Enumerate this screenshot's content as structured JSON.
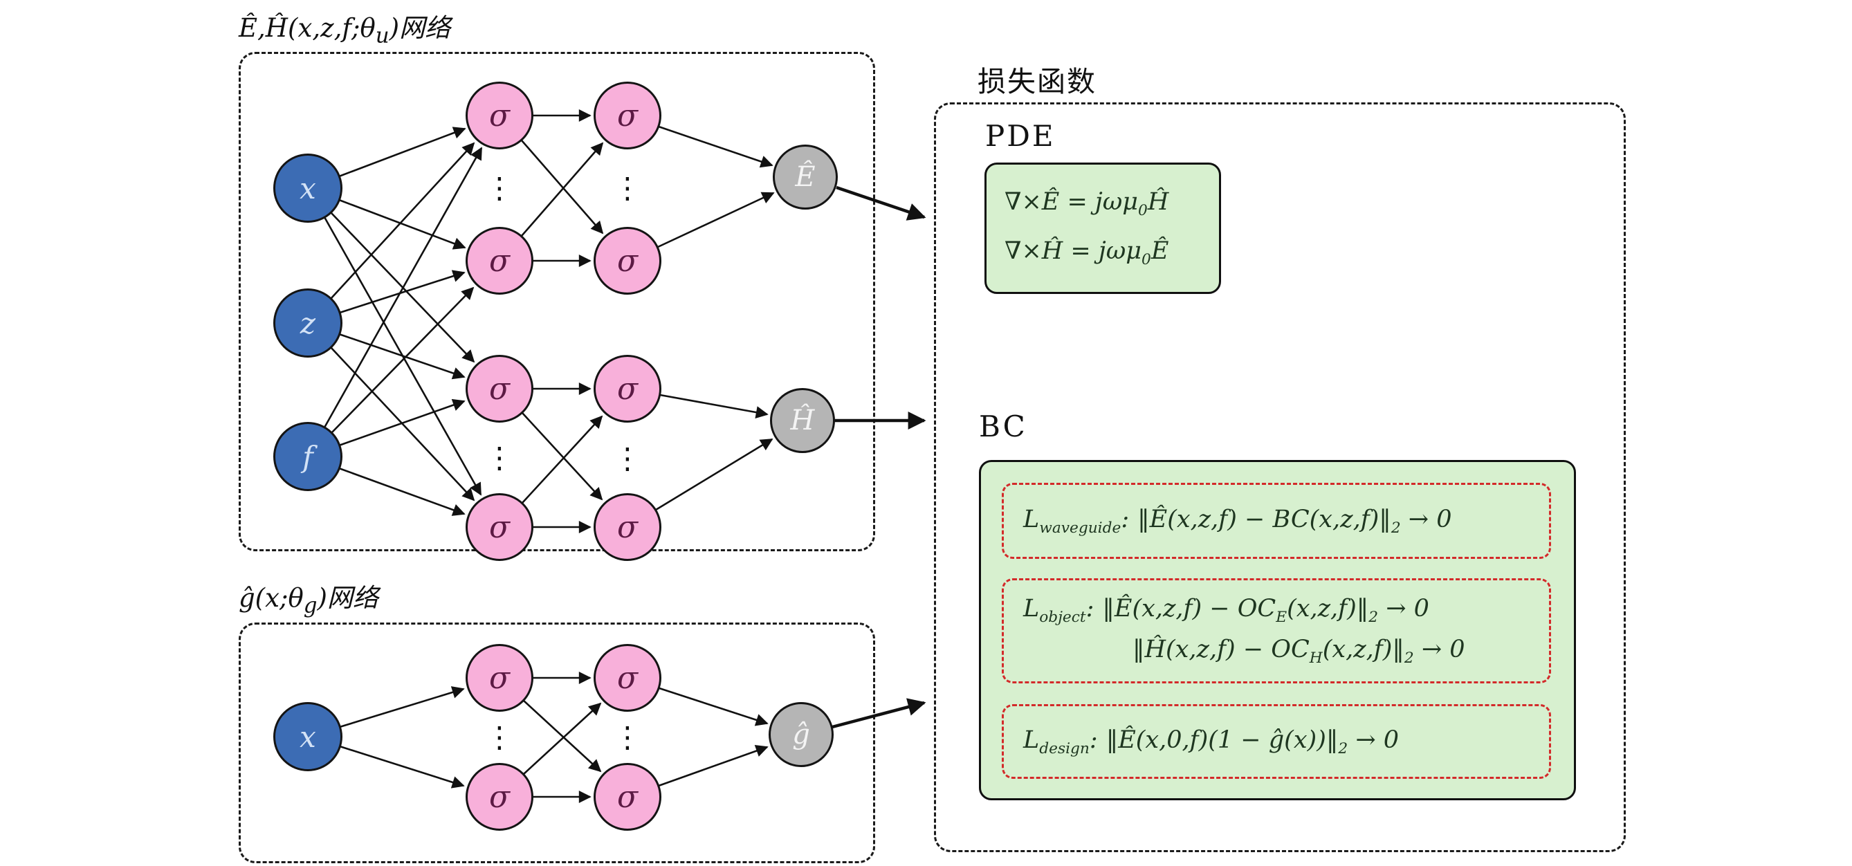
{
  "net1": {
    "title": "Ê,Ĥ(x,z,f;θ~u~)网络",
    "inputs": [
      {
        "label": "x"
      },
      {
        "label": "z"
      },
      {
        "label": "f"
      }
    ],
    "sigma": "σ",
    "ellipsis": "⋮",
    "outputs": [
      {
        "label": "Ê"
      },
      {
        "label": "Ĥ"
      }
    ]
  },
  "net2": {
    "title": "ĝ(x;θ~g~)网络",
    "input": {
      "label": "x"
    },
    "sigma": "σ",
    "ellipsis": "⋮",
    "output": {
      "label": "ĝ"
    }
  },
  "loss": {
    "title": "损失函数",
    "pde": {
      "label": "PDE",
      "eq1": "∇×Ê = jωμ~0~Ĥ",
      "eq2": "∇×Ĥ = jωμ~0~Ê"
    },
    "bc": {
      "label": "BC",
      "waveguide": {
        "name": "L~waveguide~:",
        "formula": "‖Ê(x,z,f) − BC(x,z,f)‖~2~ → 0"
      },
      "object": {
        "name": "L~object~:",
        "formula_e": "‖Ê(x,z,f) − OC~E~(x,z,f)‖~2~ → 0",
        "formula_h": "‖Ĥ(x,z,f) − OC~H~(x,z,f)‖~2~ → 0"
      },
      "design": {
        "name": "L~design~:",
        "formula": "‖Ê(x,0,f)(1 − ĝ(x))‖~2~ → 0"
      }
    }
  },
  "colors": {
    "input_node": "#3c6cb4",
    "hidden_node": "#f8b0da",
    "output_node": "#b5b5b5",
    "loss_panel_fill": "#d7f0cf",
    "constraint_dash": "#d32a2a",
    "ink": "#111111"
  }
}
